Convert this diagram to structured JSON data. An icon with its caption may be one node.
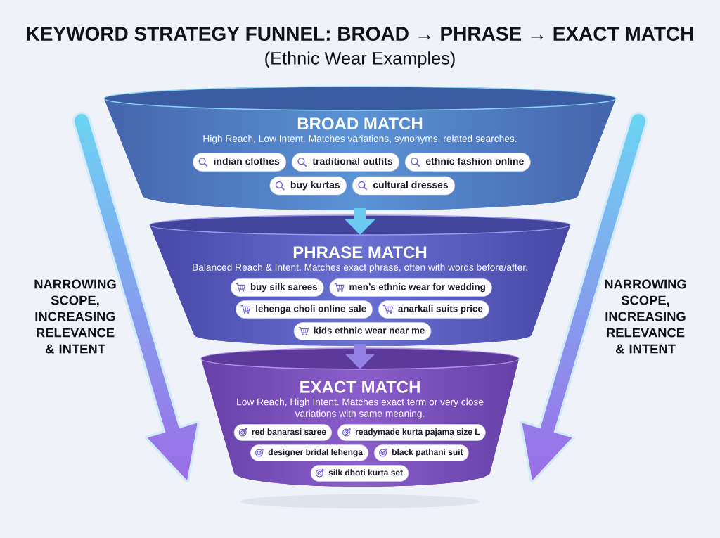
{
  "diagram": {
    "title": "KEYWORD STRATEGY FUNNEL: BROAD → PHRASE → EXACT MATCH",
    "nodes": [
      {
        "text": [
          "BROAD MATCH",
          "High Reach, Low Intent. Matches variations, synonyms, related searches."
        ]
      },
      {
        "text": [
          "indian clothes"
        ],
        "in": 0
      },
      {
        "text": [
          "traditional outfits"
        ],
        "in": 0
      },
      {
        "text": [
          "ethnic fashion online"
        ],
        "in": 0
      },
      {
        "text": [
          "buy kurtas"
        ],
        "in": 0
      },
      {
        "text": [
          "cultural dresses"
        ],
        "in": 0
      },
      {
        "text": [
          "PHRASE MATCH",
          "Balanced Reach & Intent. Matches exact phrase, often with words before/after."
        ]
      },
      {
        "text": [
          "buy silk sarees"
        ],
        "in": 6
      },
      {
        "text": [
          "men’s ethnic wear for wedding"
        ],
        "in": 6
      },
      {
        "text": [
          "lehenga choli online sale"
        ],
        "in": 6
      },
      {
        "text": [
          "anarkali suits price"
        ],
        "in": 6
      },
      {
        "text": [
          "kids ethnic wear near me"
        ],
        "in": 6
      },
      {
        "text": [
          "EXACT MATCH",
          "Low Reach, High Intent. Matches exact term or very close variations with same meaning."
        ]
      },
      {
        "text": [
          "red banarasi saree"
        ],
        "in": 12
      },
      {
        "text": [
          "readymade kurta pajama size L"
        ],
        "in": 12
      },
      {
        "text": [
          "designer bridal lehenga"
        ],
        "in": 12
      },
      {
        "text": [
          "black pathani suit"
        ],
        "in": 12
      },
      {
        "text": [
          "silk dhoti kurta set"
        ],
        "in": 12
      }
    ],
    "edges": [
      {
        "from": 0,
        "to": 6,
        "arrow": "to",
        "color": "#6cc9ef"
      },
      {
        "from": 6,
        "to": 12,
        "arrow": "to",
        "color": "#9381e6"
      }
    ],
    "labels": [
      "(Ethnic Wear Examples)",
      "NARROWING SCOPE, INCREASING RELEVANCE & INTENT",
      "NARROWING SCOPE, INCREASING RELEVANCE & INTENT"
    ]
  }
}
